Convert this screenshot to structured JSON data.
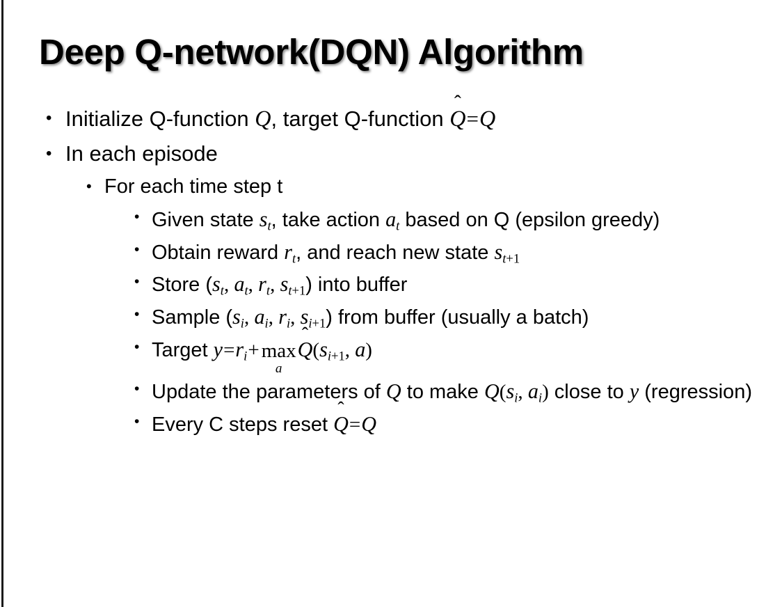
{
  "slide": {
    "title": "Deep Q-network(DQN) Algorithm",
    "bullet_glyph": "•",
    "background_color": "#ffffff",
    "text_color": "#000000",
    "edge_color": "#1a1a1a"
  },
  "content": {
    "b1_initialize": {
      "t1": "Initialize Q-function ",
      "q1": "Q",
      "t2": ", target Q-function ",
      "qhat": "Q",
      "hat": "̂",
      "eq": "=",
      "q2": "Q"
    },
    "b2_in_each_episode": "In each episode",
    "b3_for_each_time_step": "For each time step t",
    "b4_given_state": {
      "t1": "Given state ",
      "s": "s",
      "s_sub": "t",
      "t2": ", take action ",
      "a": "a",
      "a_sub": "t",
      "t3": " based on Q (epsilon greedy)"
    },
    "b5_obtain_reward": {
      "t1": "Obtain reward ",
      "r": "r",
      "r_sub": "t",
      "t2": ", and reach new state ",
      "s": "s",
      "s_sub_i": "t",
      "s_sub_p": "+1"
    },
    "b6_store": {
      "t1": "Store (",
      "s1": "s",
      "s1_sub": "t",
      "c1": ", ",
      "a1": "a",
      "a1_sub": "t",
      "c2": ", ",
      "r1": "r",
      "r1_sub": "t",
      "c3": ", ",
      "s2": "s",
      "s2_sub_i": "t",
      "s2_sub_p": "+1",
      "t2": ") into buffer"
    },
    "b7_sample": {
      "t1": "Sample (",
      "s1": "s",
      "s1_sub": "i",
      "c1": ", ",
      "a1": "a",
      "a1_sub": "i",
      "c2": ", ",
      "r1": "r",
      "r1_sub": "i",
      "c3": ", ",
      "s2": "s",
      "s2_sub_i": "i",
      "s2_sub_p": "+1",
      "t2": ") from buffer (usually a batch)"
    },
    "b8_target": {
      "t1": "Target ",
      "y": "y",
      "eq": "=",
      "r": "r",
      "r_sub": "i",
      "plus": "+",
      "maxop": "max",
      "maxlim": "a",
      "qhat": "Q",
      "hat": "̂",
      "paren_open": "(",
      "s": "s",
      "s_sub_i": "i",
      "s_sub_p": "+1",
      "comma": ", ",
      "a": "a",
      "paren_close": ")"
    },
    "b9_update": {
      "t1": "Update the parameters of ",
      "q1": "Q",
      "t2": " to make ",
      "q2": "Q",
      "paren_open": "(",
      "s": "s",
      "s_sub": "i",
      "comma": ", ",
      "a": "a",
      "a_sub": "i",
      "paren_close": ")",
      "t3": " close to ",
      "y": "y",
      "t4": " (regression)"
    },
    "b10_every_c": {
      "t1": "Every C steps reset ",
      "qhat": "Q",
      "hat": "̂",
      "eq": "=",
      "q": "Q"
    }
  }
}
